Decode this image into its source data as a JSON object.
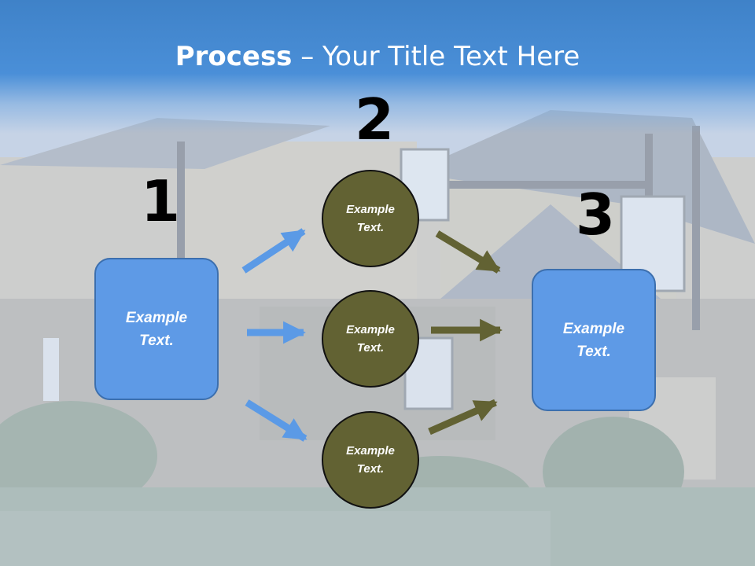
{
  "slide": {
    "title_bold": "Process",
    "title_rest": " – Your Title Text Here"
  },
  "steps": [
    {
      "number": "1",
      "text_line1": "Example",
      "text_line2": "Text."
    },
    {
      "number": "2"
    },
    {
      "number": "3",
      "text_line1": "Example",
      "text_line2": "Text."
    }
  ],
  "circles": [
    {
      "text_line1": "Example",
      "text_line2": "Text."
    },
    {
      "text_line1": "Example",
      "text_line2": "Text."
    },
    {
      "text_line1": "Example",
      "text_line2": "Text."
    }
  ],
  "colors": {
    "title_band": "#4a8fd8",
    "box_fill": "#5e9ae6",
    "circle_fill": "#626233",
    "blue_arrow": "#5b9ae6",
    "olive_arrow": "#626233"
  }
}
